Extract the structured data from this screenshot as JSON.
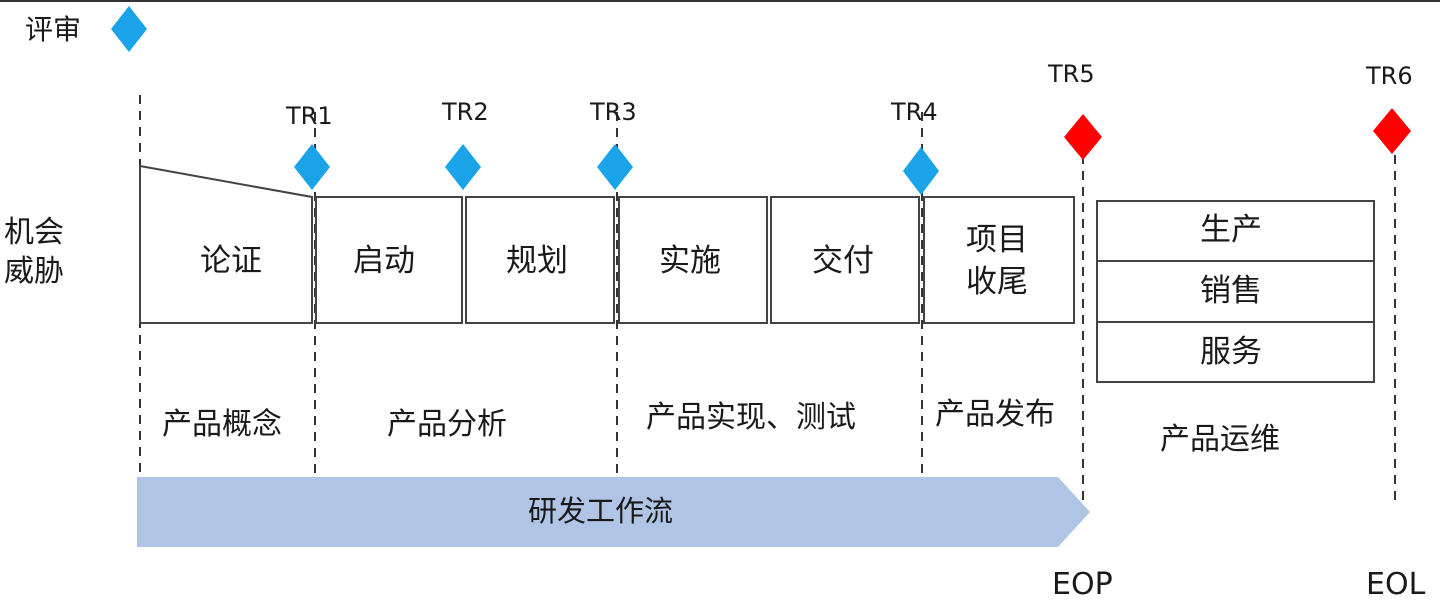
{
  "review_label": "评审",
  "opportunity": {
    "line1": "机会",
    "line2": "威胁"
  },
  "milestones": [
    {
      "label": "TR1",
      "color": "#1aa3e8"
    },
    {
      "label": "TR2",
      "color": "#1aa3e8"
    },
    {
      "label": "TR3",
      "color": "#1aa3e8"
    },
    {
      "label": "TR4",
      "color": "#1aa3e8"
    },
    {
      "label": "TR5",
      "color": "#ff0000"
    },
    {
      "label": "TR6",
      "color": "#ff0000"
    }
  ],
  "phases": [
    "论证",
    "启动",
    "规划",
    "实施",
    "交付"
  ],
  "closing_phase": {
    "line1": "项目",
    "line2": "收尾"
  },
  "operations_items": [
    "生产",
    "销售",
    "服务"
  ],
  "stages": [
    "产品概念",
    "产品分析",
    "产品实现、测试",
    "产品发布",
    "产品运维"
  ],
  "workflow": "研发工作流",
  "end_labels": {
    "eop": "EOP",
    "eol": "EOL"
  },
  "colors": {
    "review_diamond": "#1aa3e8",
    "workflow_arrow": "#b0c4e6",
    "box_border": "#444444"
  }
}
